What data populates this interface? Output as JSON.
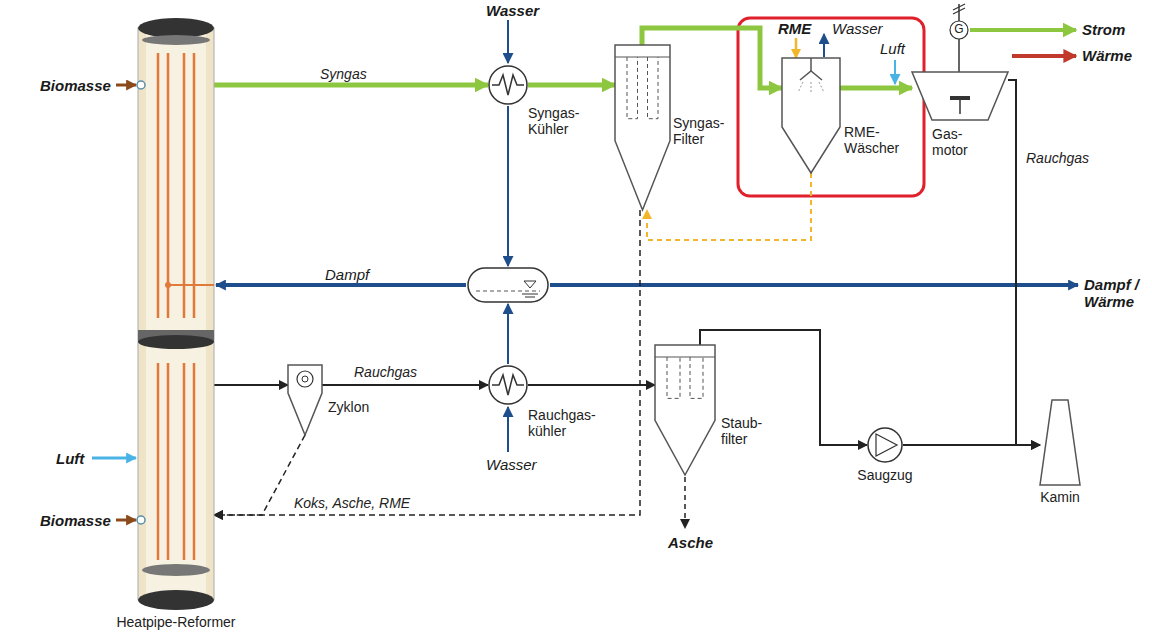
{
  "diagram": {
    "nodes": [
      {
        "text": [
          "Heatpipe-Reformer"
        ]
      },
      {
        "text": [
          "Syngas- Kühler"
        ]
      },
      {
        "text": [
          "Syngas- Filter"
        ]
      },
      {
        "text": [
          "RME- Wäscher"
        ]
      },
      {
        "text": [
          "Gas- motor"
        ]
      },
      {
        "text": [
          "G"
        ]
      },
      {
        "text": [
          "Zyklon"
        ]
      },
      {
        "text": [
          "Rauchgas- kühler"
        ]
      },
      {
        "text": [
          "Staub- filter"
        ]
      },
      {
        "text": [
          "Saugzug"
        ]
      },
      {
        "text": [
          "Kamin"
        ]
      }
    ],
    "edges": [
      {
        "from": 0,
        "to": 1,
        "arrow": "to",
        "label": "Syngas"
      },
      {
        "from": 1,
        "to": 2,
        "arrow": "to"
      },
      {
        "from": 2,
        "to": 3,
        "arrow": "to"
      },
      {
        "from": 3,
        "to": 4,
        "arrow": "to"
      },
      {
        "from": 4,
        "to": 5,
        "arrow": "none"
      },
      {
        "from": 4,
        "to": 10,
        "arrow": "to",
        "label": "Rauchgas"
      },
      {
        "from": 0,
        "to": 6,
        "arrow": "to"
      },
      {
        "from": 6,
        "to": 7,
        "arrow": "to",
        "label": "Rauchgas"
      },
      {
        "from": 7,
        "to": 8,
        "arrow": "to"
      },
      {
        "from": 8,
        "to": 9,
        "arrow": "to"
      },
      {
        "from": 9,
        "to": 10,
        "arrow": "to"
      },
      {
        "from": 2,
        "to": 0,
        "arrow": "to",
        "label": "Koks, Asche, RME"
      },
      {
        "from": 6,
        "to": 0,
        "arrow": "to"
      },
      {
        "from": 3,
        "to": 2,
        "arrow": "to"
      }
    ],
    "labels": [
      "Biomasse",
      "Wasser",
      "RME",
      "Wasser",
      "Luft",
      "Strom",
      "Wärme",
      "Dampf",
      "Dampf / Wärme",
      "Luft",
      "Biomasse",
      "Wasser",
      "Asche"
    ]
  }
}
